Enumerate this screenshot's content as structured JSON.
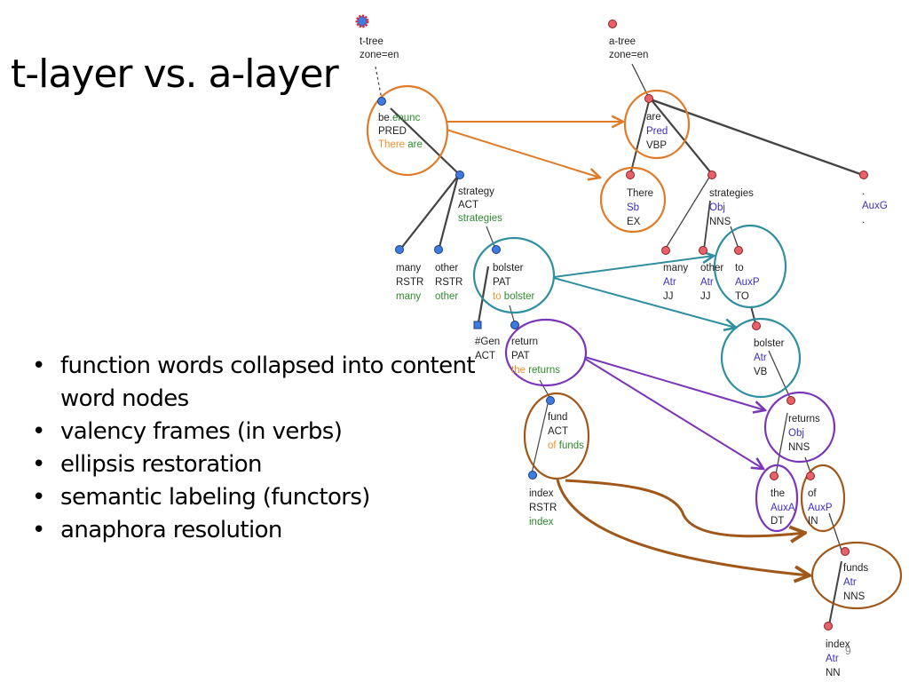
{
  "slide": {
    "title": "t-layer vs. a-layer",
    "bullets": [
      "function words collapsed into content word nodes",
      "valency frames (in verbs)",
      "ellipsis restoration",
      "semantic labeling (functors)",
      "anaphora resolution"
    ],
    "page_number": "9"
  },
  "colors": {
    "t_node": "#3d7be0",
    "a_node": "#e8606a",
    "orange_group": "#e07b2a",
    "teal_group": "#2f8fa0",
    "purple_group": "#7a35b8",
    "brown_group": "#a0571a",
    "edge": "#444444",
    "text_lemma": "#222222",
    "text_form": "#2e8b2e",
    "text_aux": "#f0902c",
    "text_afun": "#3a2fbf"
  },
  "t_tree": {
    "root": {
      "line1": "t-tree",
      "line2": "zone=en"
    },
    "nodes": [
      {
        "id": "be",
        "lemma": "be",
        "suffix": ".enunc",
        "functor": "PRED",
        "aux": "There",
        "form": "are"
      },
      {
        "id": "strategy",
        "lemma": "strategy",
        "functor": "ACT",
        "aux": "",
        "form": "strategies"
      },
      {
        "id": "many",
        "lemma": "many",
        "functor": "RSTR",
        "aux": "",
        "form": "many"
      },
      {
        "id": "other",
        "lemma": "other",
        "functor": "RSTR",
        "aux": "",
        "form": "other"
      },
      {
        "id": "bolster",
        "lemma": "bolster",
        "functor": "PAT",
        "aux": "to",
        "form": "bolster"
      },
      {
        "id": "gen",
        "lemma": "#Gen",
        "functor": "ACT",
        "aux": "",
        "form": ""
      },
      {
        "id": "return",
        "lemma": "return",
        "functor": "PAT",
        "aux": "the",
        "form": "returns"
      },
      {
        "id": "fund",
        "lemma": "fund",
        "functor": "ACT",
        "aux": "of",
        "form": "funds"
      },
      {
        "id": "index",
        "lemma": "index",
        "functor": "RSTR",
        "aux": "",
        "form": "index"
      }
    ]
  },
  "a_tree": {
    "root": {
      "line1": "a-tree",
      "line2": "zone=en"
    },
    "nodes": [
      {
        "id": "are",
        "form": "are",
        "afun": "Pred",
        "tag": "VBP"
      },
      {
        "id": "there",
        "form": "There",
        "afun": "Sb",
        "tag": "EX"
      },
      {
        "id": "strategies",
        "form": "strategies",
        "afun": "Obj",
        "tag": "NNS"
      },
      {
        "id": "period",
        "form": ".",
        "afun": "AuxG",
        "tag": "."
      },
      {
        "id": "many",
        "form": "many",
        "afun": "Atr",
        "tag": "JJ"
      },
      {
        "id": "other",
        "form": "other",
        "afun": "Atr",
        "tag": "JJ"
      },
      {
        "id": "to",
        "form": "to",
        "afun": "AuxP",
        "tag": "TO"
      },
      {
        "id": "bolster",
        "form": "bolster",
        "afun": "Atr",
        "tag": "VB"
      },
      {
        "id": "returns",
        "form": "returns",
        "afun": "Obj",
        "tag": "NNS"
      },
      {
        "id": "the",
        "form": "the",
        "afun": "AuxA",
        "tag": "DT"
      },
      {
        "id": "of",
        "form": "of",
        "afun": "AuxP",
        "tag": "IN"
      },
      {
        "id": "funds",
        "form": "funds",
        "afun": "Atr",
        "tag": "NNS"
      },
      {
        "id": "index",
        "form": "index",
        "afun": "Atr",
        "tag": "NN"
      }
    ]
  },
  "alignments": [
    {
      "from": "be",
      "to": [
        "are",
        "there"
      ],
      "group": "orange"
    },
    {
      "from": "bolster",
      "to": [
        "to",
        "bolster"
      ],
      "group": "teal"
    },
    {
      "from": "return",
      "to": [
        "returns",
        "the"
      ],
      "group": "purple"
    },
    {
      "from": "fund",
      "to": [
        "of",
        "funds"
      ],
      "group": "brown"
    }
  ]
}
